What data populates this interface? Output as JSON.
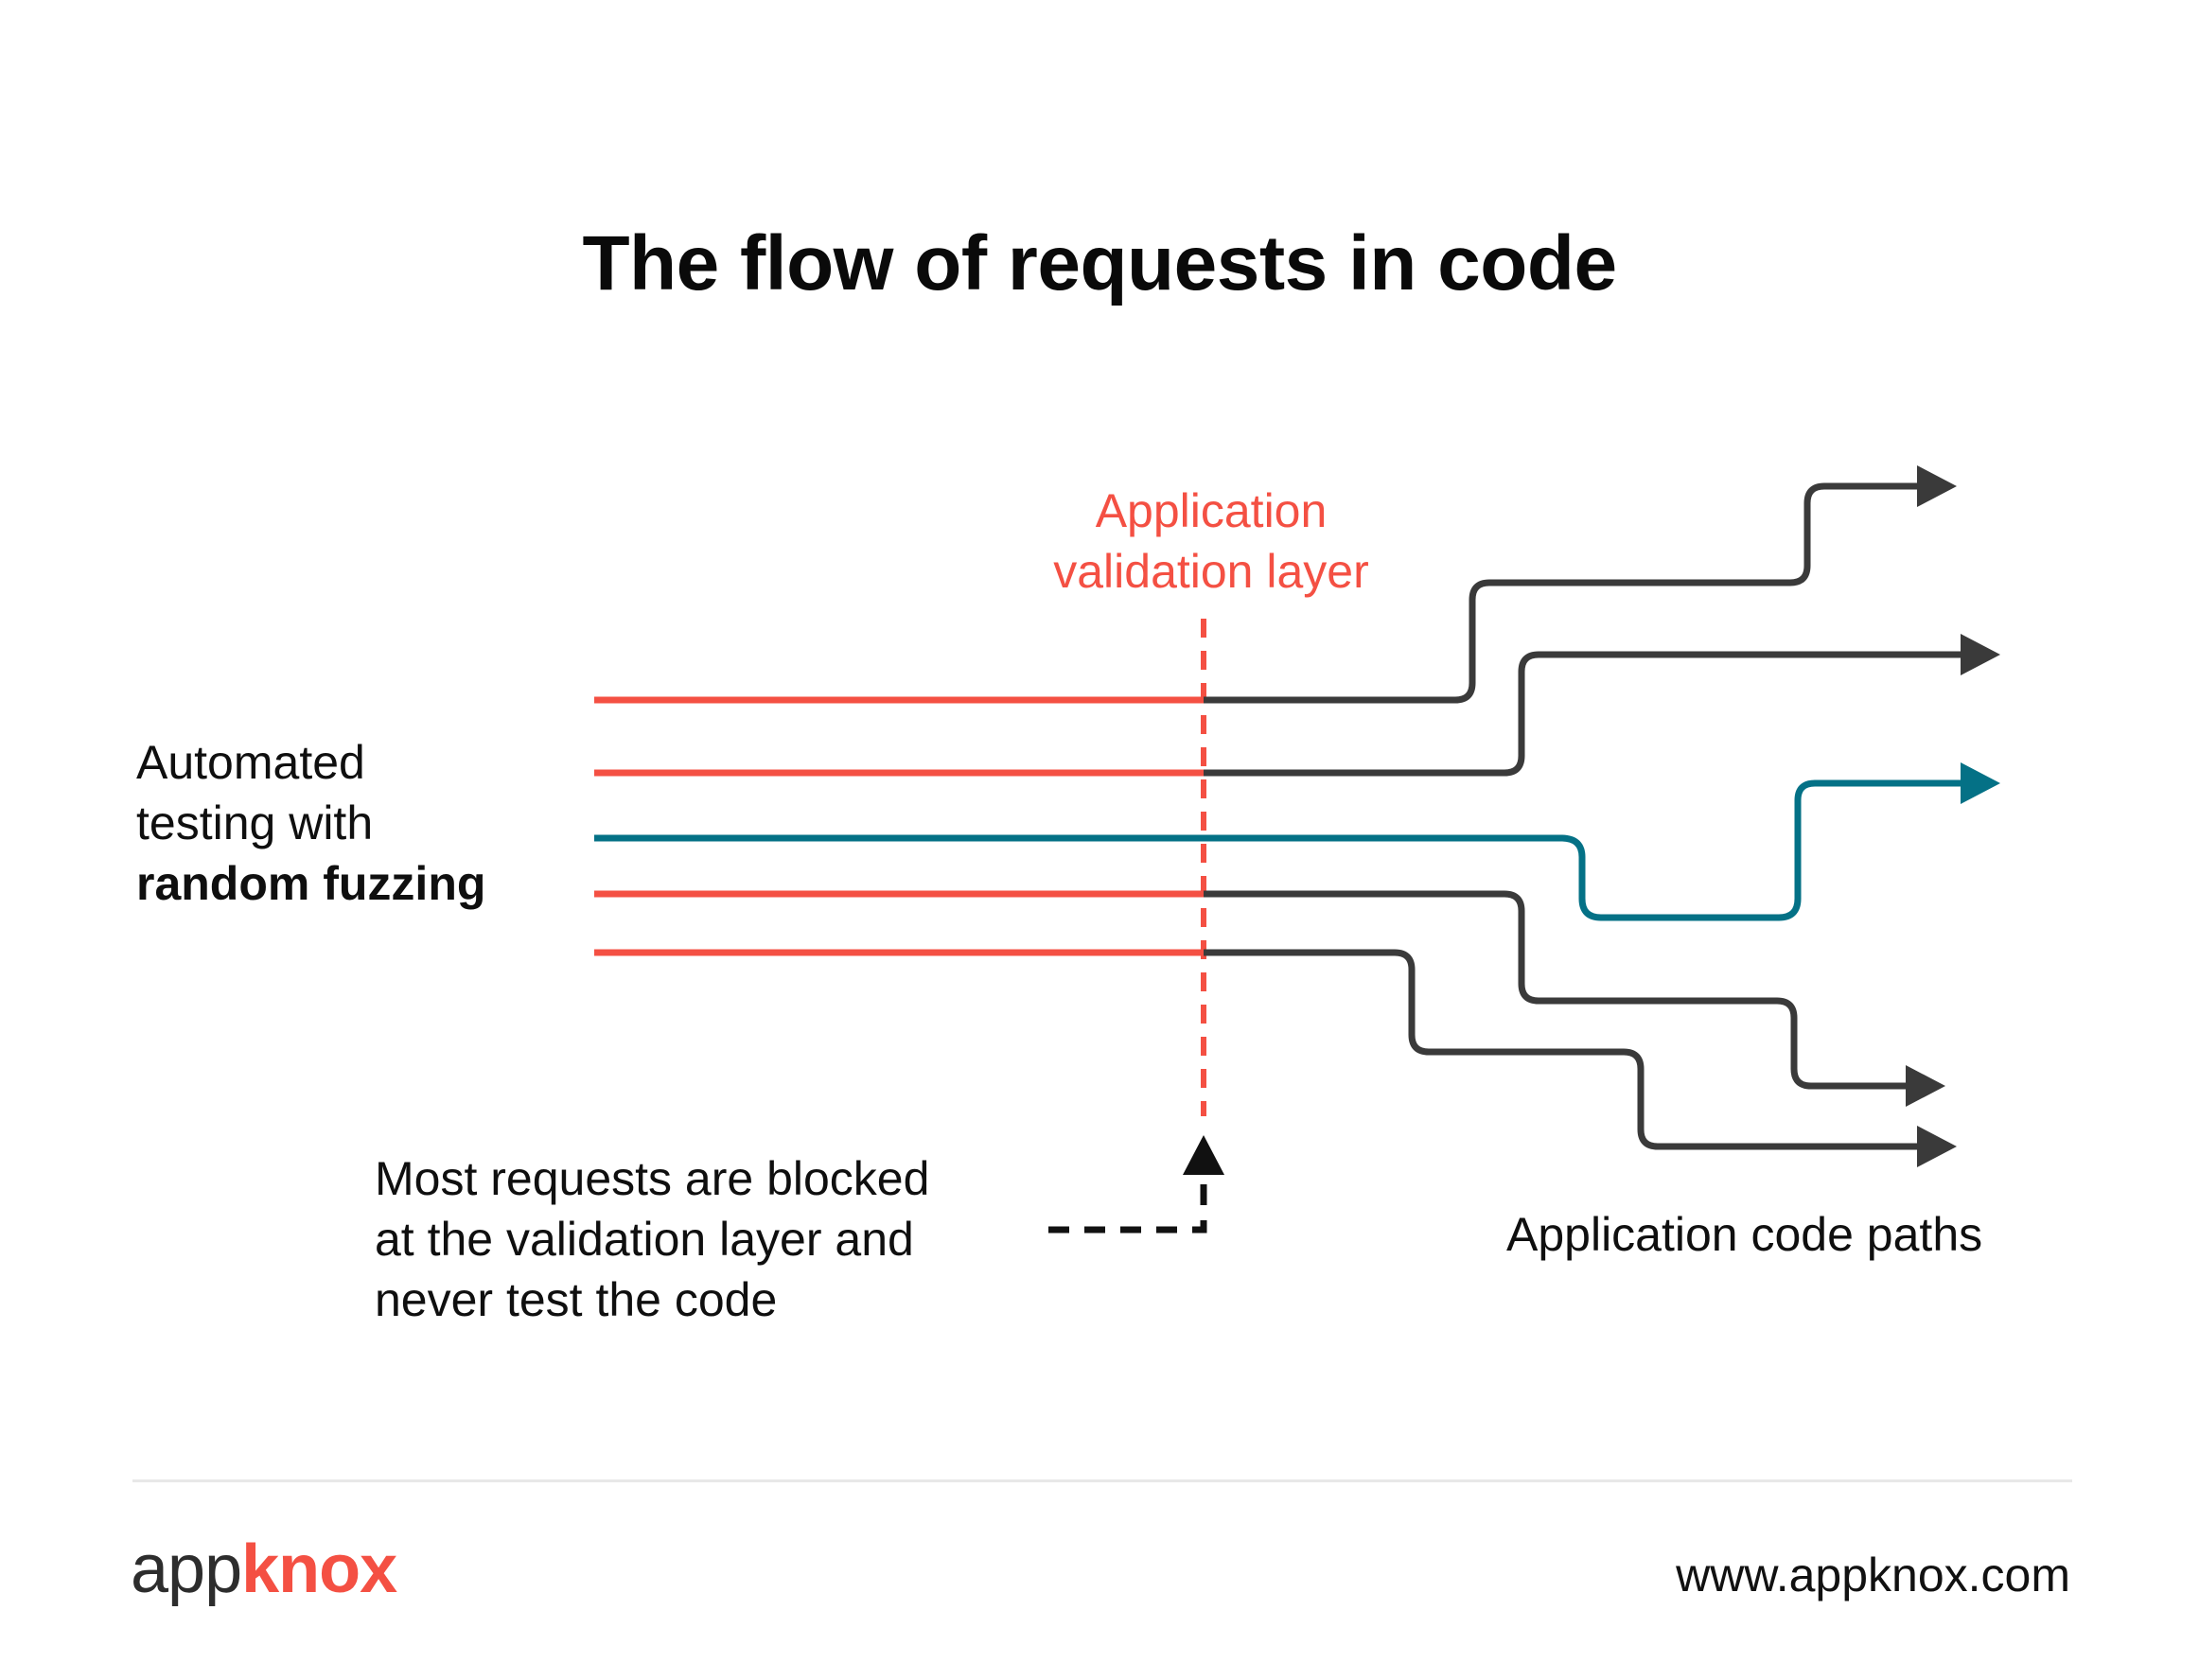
{
  "title": "The flow of requests in code",
  "validation_label": [
    "Application",
    "validation layer"
  ],
  "left_label": {
    "line1": "Automated",
    "line2": "testing with",
    "line3_bold": "random fuzzing"
  },
  "note": [
    "Most requests are blocked",
    "at the validation layer and",
    "never test the code"
  ],
  "paths_label": "Application code paths",
  "footer": {
    "logo_part1": "app",
    "logo_part2": "knox",
    "url": "www.appknox.com"
  },
  "colors": {
    "blocked": "#f45043",
    "passed": "#047186",
    "path": "#3a3a3a",
    "note_arrow": "#111111"
  }
}
